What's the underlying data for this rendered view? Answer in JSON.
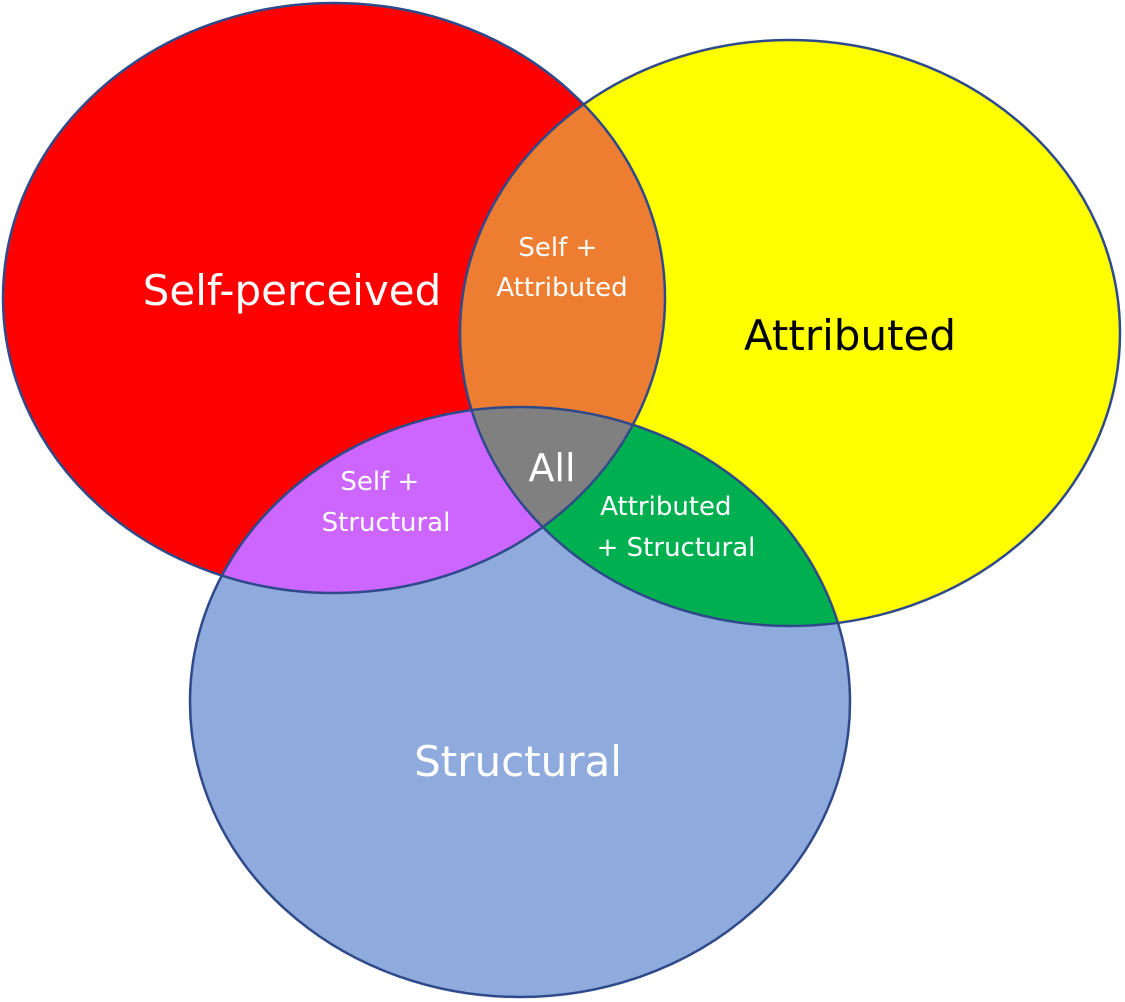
{
  "diagram": {
    "type": "venn",
    "sets": [
      {
        "id": "self",
        "label": "Self-perceived",
        "color": "#FF0000",
        "text_color": "#FFFFFF"
      },
      {
        "id": "attr",
        "label": "Attributed",
        "color": "#FFFF00",
        "text_color": "#000000"
      },
      {
        "id": "struct",
        "label": "Structural",
        "color": "#8FAADC",
        "text_color": "#FFFFFF"
      }
    ],
    "intersections": {
      "self_attr": {
        "lines": [
          "Self +",
          "Attributed"
        ],
        "color": "#ED7D31"
      },
      "self_struct": {
        "lines": [
          "Self +",
          "Structural"
        ],
        "color": "#CC66FF"
      },
      "attr_struct": {
        "lines": [
          "Attributed",
          "+ Structural"
        ],
        "color": "#00B050"
      },
      "all": {
        "lines": [
          "All"
        ],
        "color": "#808080"
      }
    },
    "outline_color": "#2F4A8A"
  }
}
